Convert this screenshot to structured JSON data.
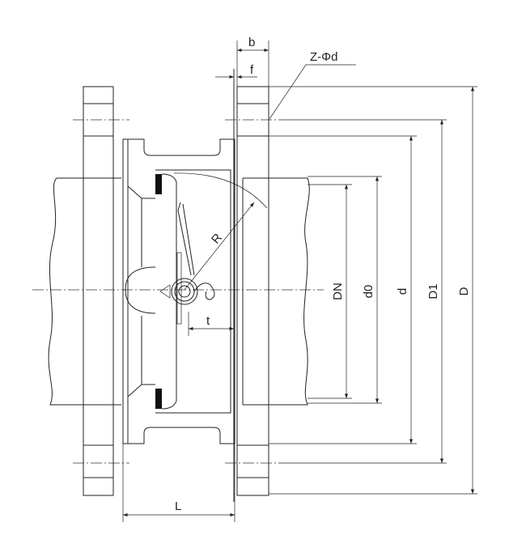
{
  "title": "Wafer swing check valve dimension drawing",
  "labels": {
    "b": "b",
    "f": "f",
    "bolt": "Z-Φd",
    "R": "R",
    "t": "t",
    "DN": "DN",
    "d0": "d0",
    "d": "d",
    "D1": "D1",
    "D": "D",
    "L": "L"
  },
  "colors": {
    "line": "#222222",
    "seal": "#111111"
  }
}
